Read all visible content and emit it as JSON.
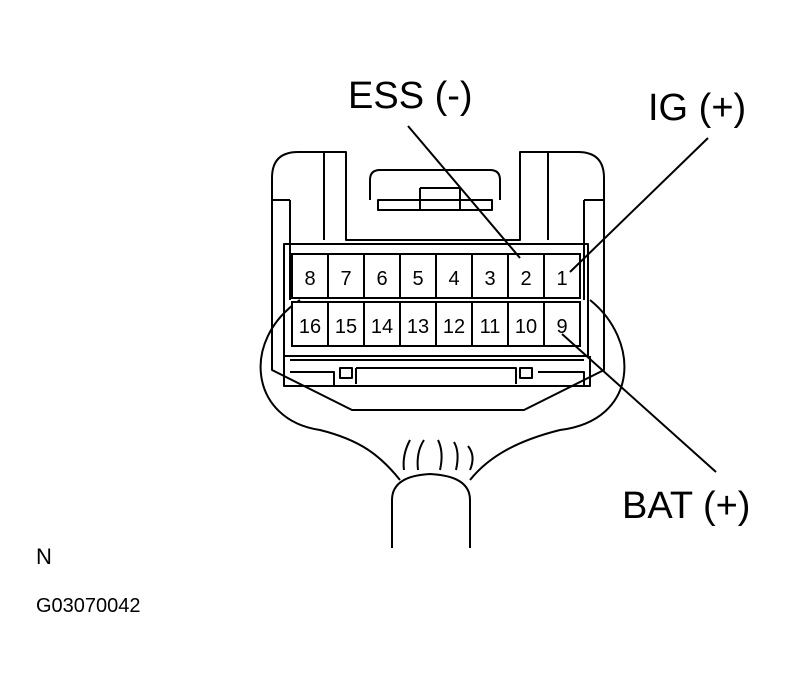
{
  "labels": {
    "ess": "ESS  (-)",
    "ig": "IG (+)",
    "bat": "BAT (+)"
  },
  "pins": {
    "top_row": [
      "8",
      "7",
      "6",
      "5",
      "4",
      "3",
      "2",
      "1"
    ],
    "bottom_row": [
      "16",
      "15",
      "14",
      "13",
      "12",
      "11",
      "10",
      "9"
    ]
  },
  "footer": {
    "view_letter": "N",
    "figure_code": "G03070042"
  }
}
